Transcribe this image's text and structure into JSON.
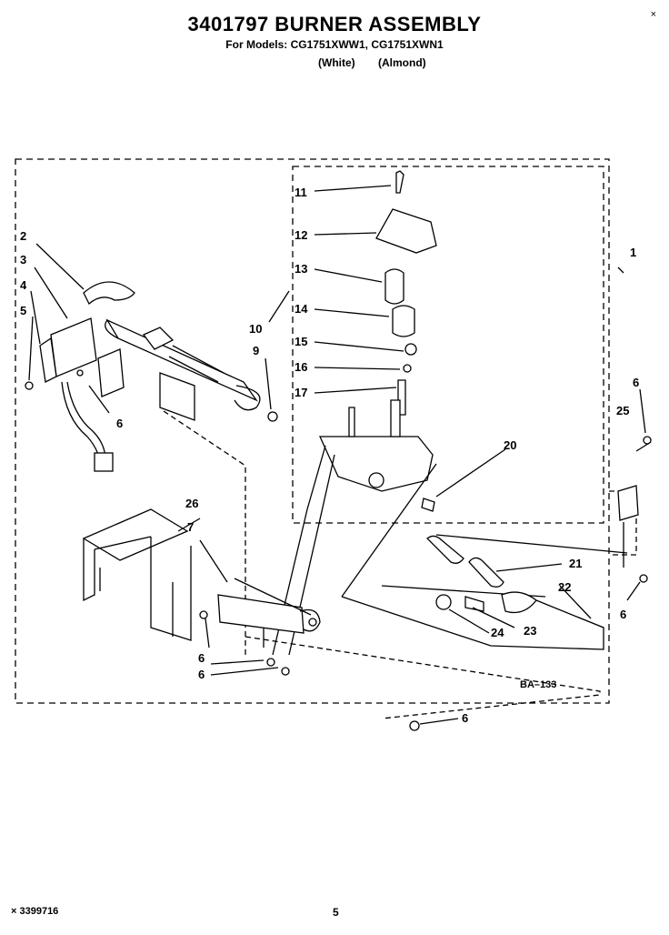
{
  "header": {
    "title": "3401797 BURNER ASSEMBLY",
    "models_line": "For Models: CG1751XWW1, CG1751XWN1",
    "variant_white": "(White)",
    "variant_almond": "(Almond)",
    "corner_mark": "×"
  },
  "diagram": {
    "reference_code": "BA–133",
    "callouts": [
      "1",
      "2",
      "3",
      "4",
      "5",
      "6",
      "6",
      "6",
      "6",
      "6",
      "6",
      "7",
      "9",
      "10",
      "11",
      "12",
      "13",
      "14",
      "15",
      "16",
      "17",
      "20",
      "21",
      "22",
      "23",
      "24",
      "25",
      "26"
    ]
  },
  "footer": {
    "part_number": "× 3399716",
    "page_number": "5"
  },
  "colors": {
    "ink": "#000000",
    "paper": "#ffffff"
  }
}
